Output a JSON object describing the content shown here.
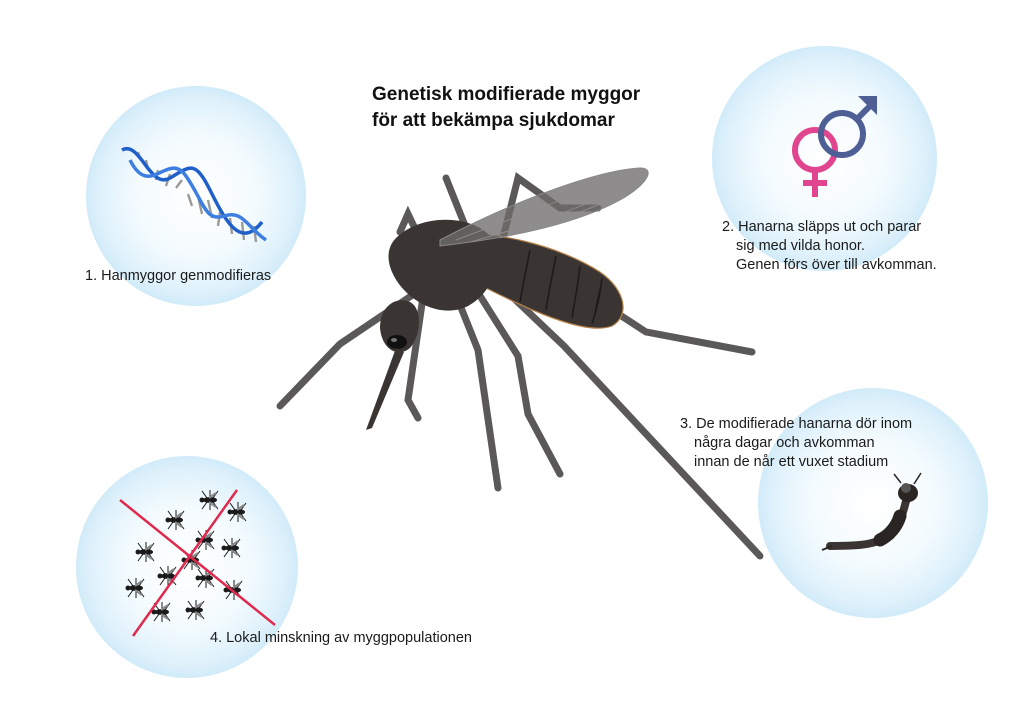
{
  "title": {
    "line1": "Genetisk modifierade myggor",
    "line2": "för att bekämpa sjukdomar"
  },
  "steps": [
    {
      "id": 1,
      "lines": [
        "1. Hanmyggor genmodifieras"
      ],
      "icon": "dna-helix-icon"
    },
    {
      "id": 2,
      "lines": [
        "2. Hanarna släpps ut och parar",
        "sig med vilda honor.",
        "Genen förs över till avkomman."
      ],
      "icon": "gender-symbols-icon"
    },
    {
      "id": 3,
      "lines": [
        "3. De modifierade hanarna dör inom",
        "några dagar och avkomman",
        "innan de når ett vuxet stadium"
      ],
      "icon": "larva-icon"
    },
    {
      "id": 4,
      "lines": [
        "4. Lokal minskning av myggpopulationen"
      ],
      "icon": "crossed-out-mosquitoes-icon"
    }
  ],
  "colors": {
    "bubble_edge": "#a9d8f2",
    "female_symbol": "#e2458f",
    "male_symbol": "#4e5f96",
    "cross": "#e0294c",
    "dna_blue": "#1f5fc9",
    "mosquito_body": "#3a3532"
  }
}
